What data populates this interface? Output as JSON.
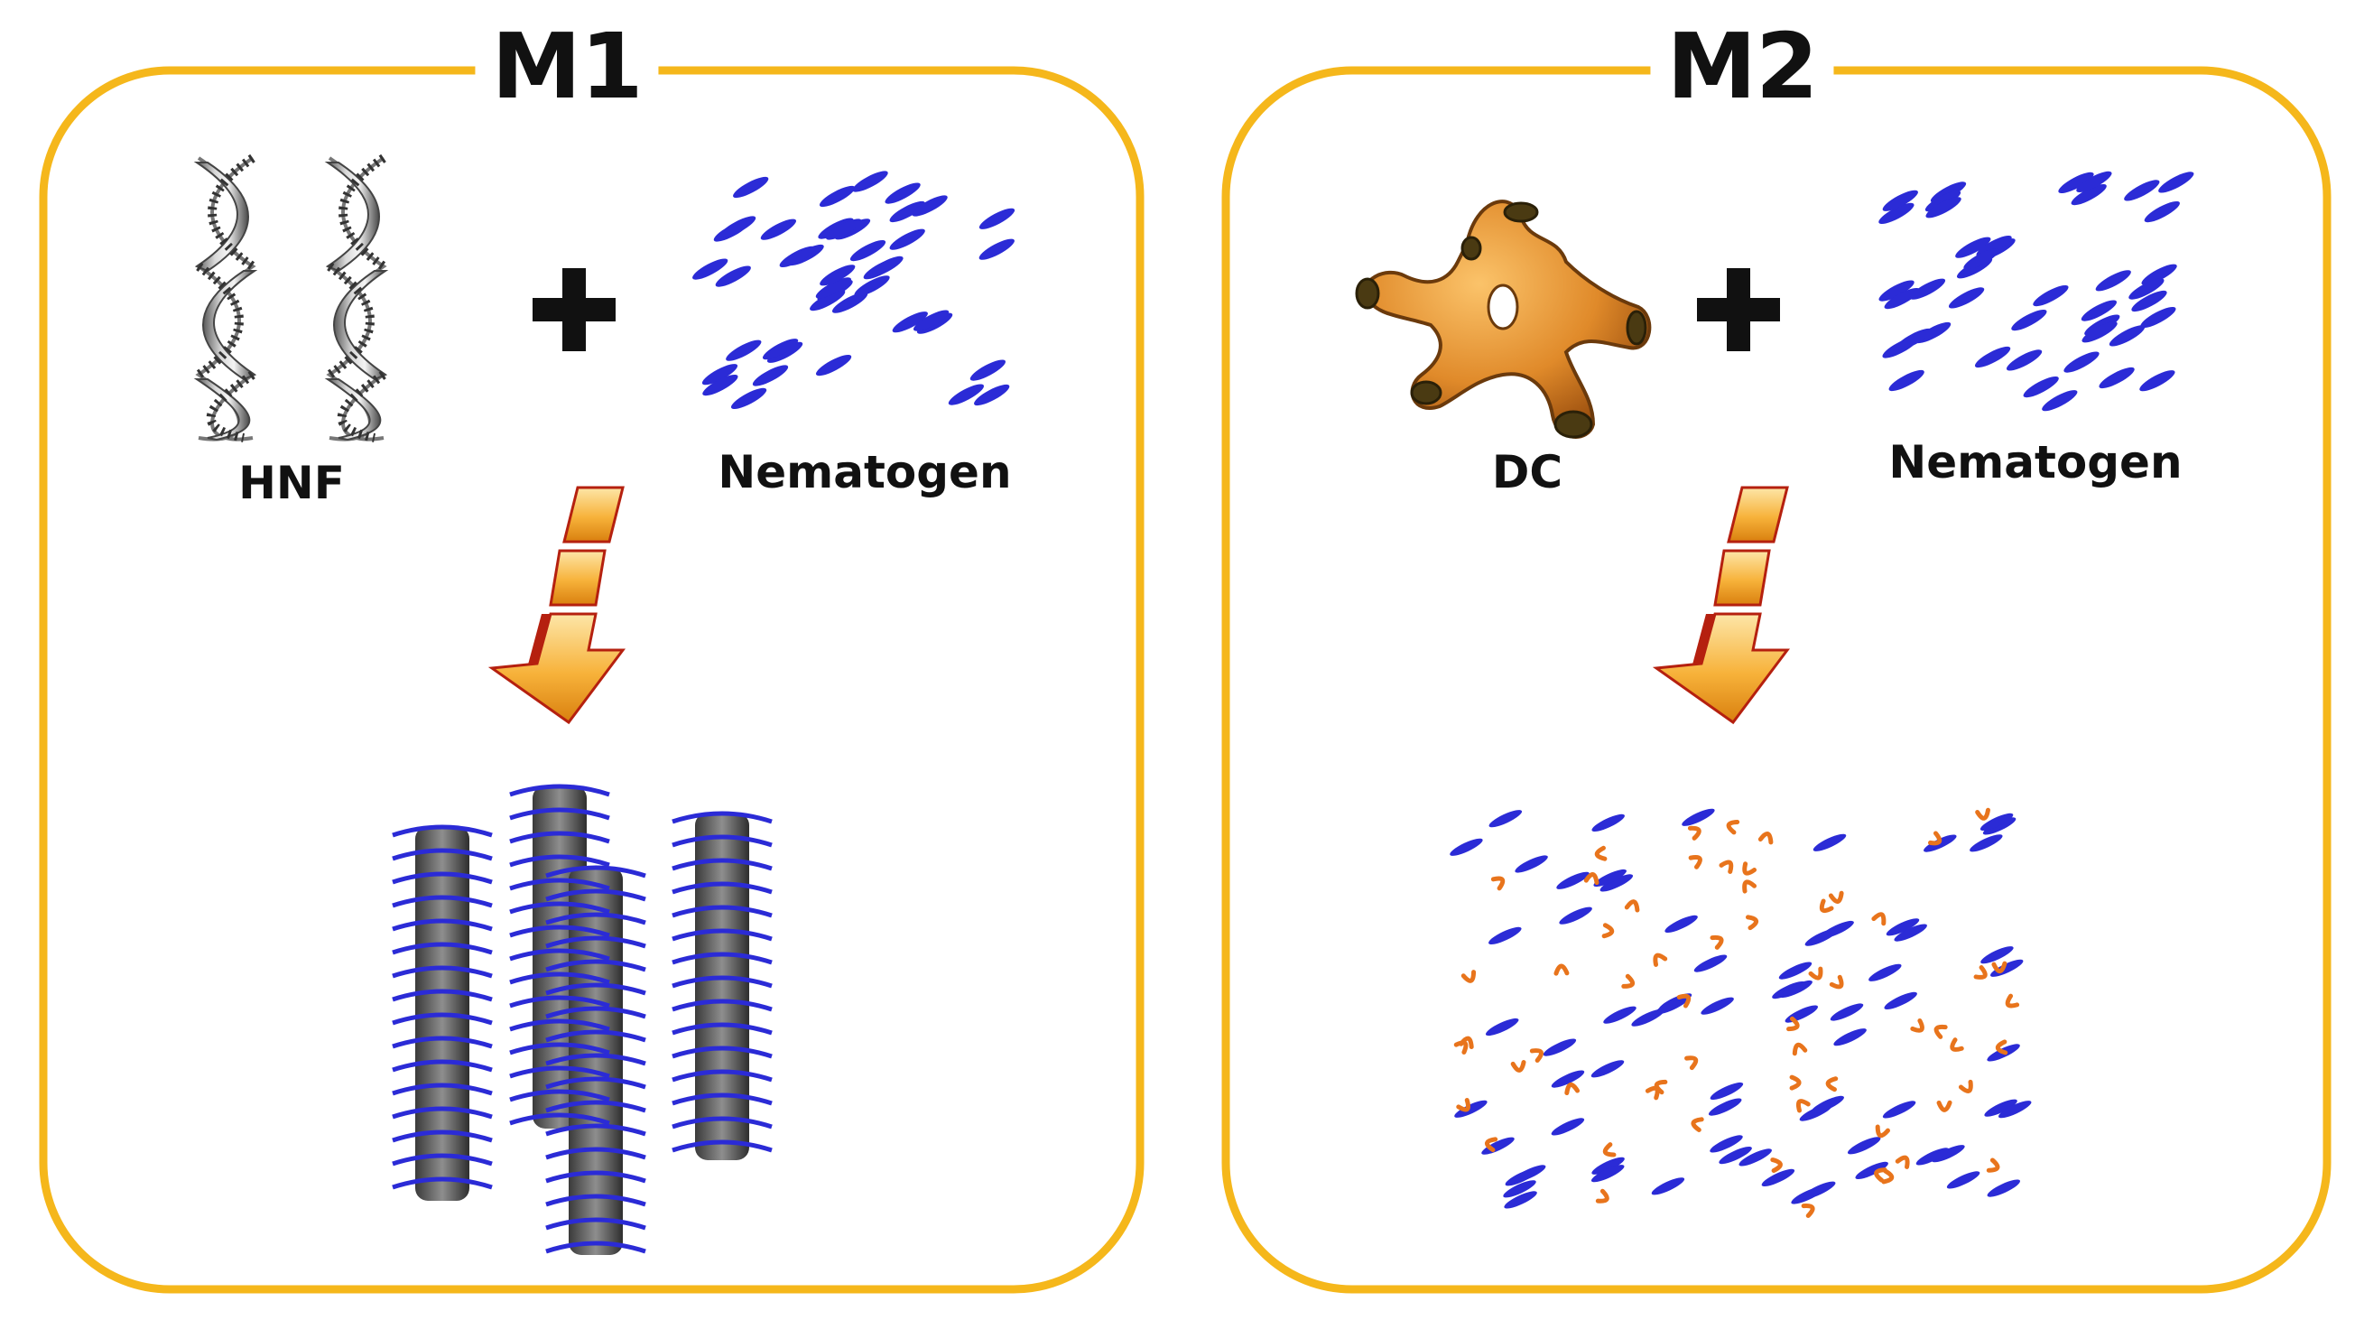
{
  "panels": {
    "m1": {
      "title": "M1",
      "component_a_label": "HNF",
      "component_b_label": "Nematogen",
      "plus_icon": "plus-sign-icon",
      "arrow_icon": "curved-down-arrow-icon",
      "result_icon": "helical-nanofilaments-with-nematogens"
    },
    "m2": {
      "title": "M2",
      "component_a_label": "DC",
      "component_b_label": "Nematogen",
      "plus_icon": "plus-sign-icon",
      "arrow_icon": "curved-down-arrow-icon",
      "result_icon": "dispersed-bent-core-and-nematogen-mixture"
    }
  },
  "colors": {
    "frame": "#F5B71B",
    "nematogen": "#2B2BD6",
    "bent_core": "#E8741C",
    "nanofilament": "#8A8A8A",
    "arrow_light": "#FBD27A",
    "arrow_dark": "#B5200F",
    "dc_body": "#E08A2A"
  }
}
